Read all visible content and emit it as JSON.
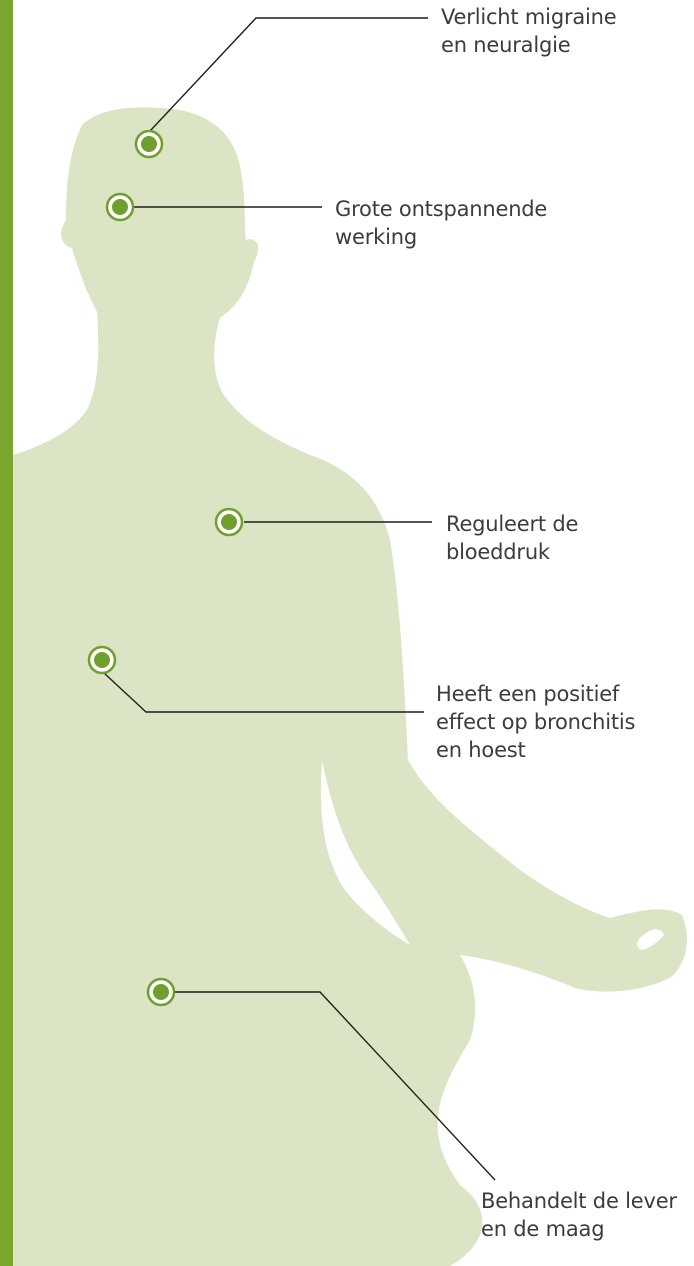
{
  "colors": {
    "accent_bar": "#7aa62e",
    "silhouette": "#dbe4c4",
    "point_fill": "#6f9f2c",
    "leader_line": "#1f1f1f",
    "text": "#3c3c3c"
  },
  "figure": {
    "icon": "meditating-person-silhouette"
  },
  "annotations": [
    {
      "id": "migraine",
      "text": "Verlicht migraine\nen neuralgie"
    },
    {
      "id": "relax",
      "text": "Grote ontspannende\nwerking"
    },
    {
      "id": "blood",
      "text": "Reguleert de\nbloeddruk"
    },
    {
      "id": "bronch",
      "text": "Heeft een positief\neffect op bronchitis\nen hoest"
    },
    {
      "id": "liver",
      "text": "Behandelt de lever\nen de maag"
    }
  ]
}
